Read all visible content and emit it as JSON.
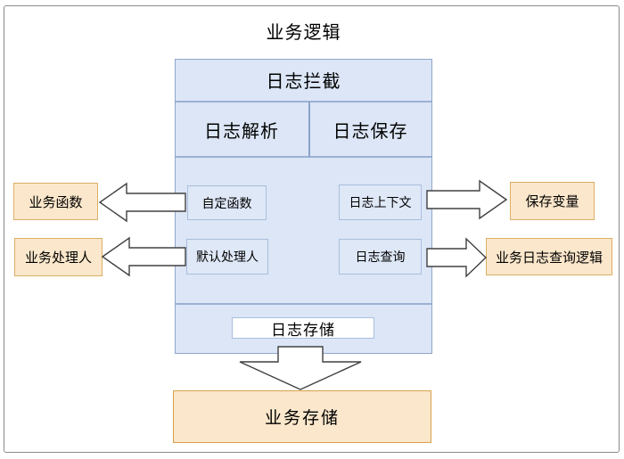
{
  "title": "业务逻辑",
  "interceptor": {
    "header": "日志拦截",
    "parse_cell": "日志解析",
    "save_cell": "日志保存",
    "custom_function": "自定函数",
    "log_context": "日志上下文",
    "default_handler": "默认处理人",
    "log_query": "日志查询",
    "log_storage": "日志存储"
  },
  "external": {
    "business_function": "业务函数",
    "business_handler": "业务处理人",
    "save_variable": "保存变量",
    "business_log_query_logic": "业务日志查询逻辑",
    "business_storage": "业务存储"
  },
  "icons": {
    "arrow_left_top": "block-arrow-left",
    "arrow_left_bottom": "block-arrow-left",
    "arrow_right_top": "block-arrow-right",
    "arrow_right_bottom": "block-arrow-right",
    "arrow_down": "block-arrow-down"
  },
  "colors": {
    "container_fill": "#dce6f6",
    "container_border": "#90a6cb",
    "inner_box_fill": "#dfe8f7",
    "inner_box_border": "#a9bedd",
    "orange_fill": "#fbe7cb",
    "orange_border": "#dcae65",
    "bottom_box_border": "#d9a148",
    "storage_box_fill": "#ffffff",
    "arrow_fill": "#ffffff",
    "arrow_stroke": "#404040",
    "frame_border": "#8a8a8a",
    "text": "#000000"
  }
}
